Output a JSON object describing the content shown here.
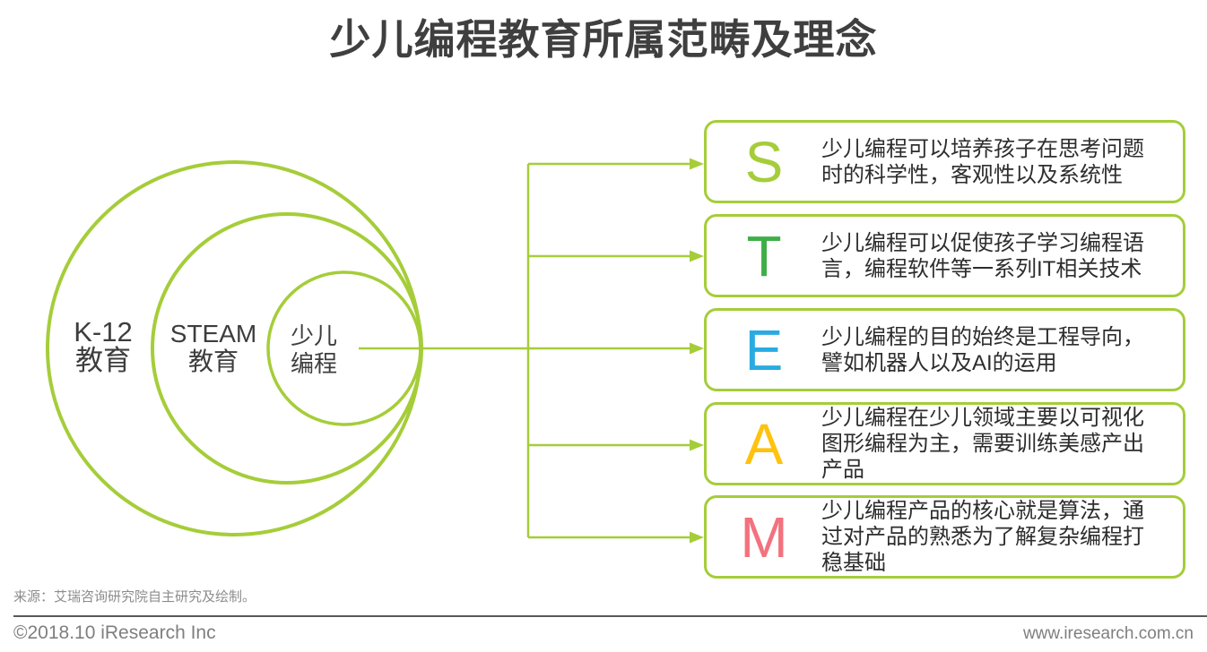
{
  "title": "少儿编程教育所属范畴及理念",
  "venn": {
    "circles": [
      {
        "line1": "K-12",
        "line2": "教育"
      },
      {
        "line1": "STEAM",
        "line2": "教育"
      },
      {
        "line1": "少儿",
        "line2": "编程"
      }
    ]
  },
  "steam_boxes": [
    {
      "letter": "S",
      "color": "#a5cd39",
      "text": "少儿编程可以培养孩子在思考问题时的科学性，客观性以及系统性"
    },
    {
      "letter": "T",
      "color": "#3fae49",
      "text": "少儿编程可以促使孩子学习编程语言，编程软件等一系列IT相关技术"
    },
    {
      "letter": "E",
      "color": "#29abe2",
      "text": "少儿编程的目的始终是工程导向，譬如机器人以及AI的运用"
    },
    {
      "letter": "A",
      "color": "#ffc20e",
      "text": "少儿编程在少儿领域主要以可视化图形编程为主，需要训练美感产出产品"
    },
    {
      "letter": "M",
      "color": "#f2727e",
      "text": "少儿编程产品的核心就是算法，通过对产品的熟悉为了解复杂编程打稳基础"
    }
  ],
  "source_note": "来源：艾瑞咨询研究院自主研究及绘制。",
  "footer": {
    "left": "©2018.10 iResearch Inc",
    "right": "www.iresearch.com.cn"
  },
  "colors": {
    "accent_green": "#a5cd39",
    "divider_gray": "#58585a"
  }
}
